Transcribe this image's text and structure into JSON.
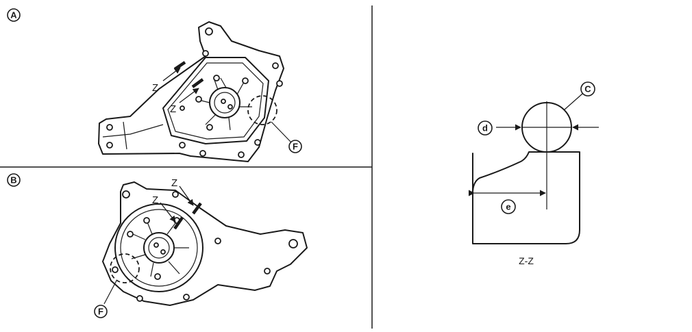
{
  "panel_a": {
    "label": "A",
    "z_top": "Z",
    "z_bottom": "Z",
    "callout": "F"
  },
  "panel_b": {
    "label": "B",
    "z_top": "Z",
    "z_bottom": "Z",
    "callout": "F"
  },
  "section": {
    "label_c": "C",
    "label_d": "d",
    "label_e": "e",
    "caption": "Z-Z"
  }
}
